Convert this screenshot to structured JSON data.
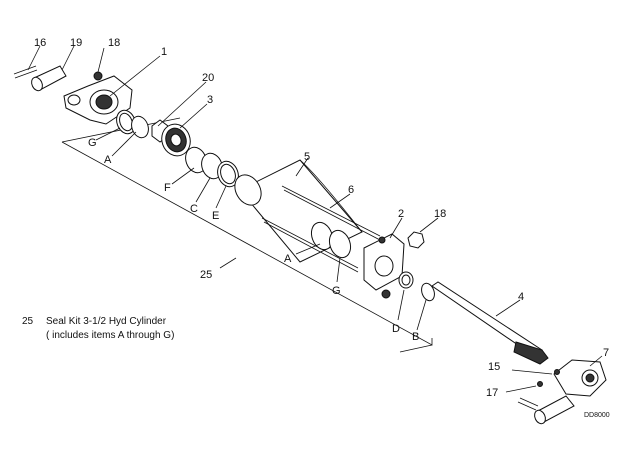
{
  "diagram": {
    "kit_note": {
      "number": "25",
      "line1": "Seal Kit 3-1/2 Hyd Cylinder",
      "line2": "( includes items A through G)"
    },
    "drawing_code": "DD8000",
    "labels": {
      "p16": "16",
      "p19": "19",
      "p18a": "18",
      "p1": "1",
      "p20": "20",
      "p3": "3",
      "pG1": "G",
      "pA1": "A",
      "pF": "F",
      "pC": "C",
      "pE": "E",
      "p5": "5",
      "p6": "6",
      "p2": "2",
      "p18b": "18",
      "p25": "25",
      "pA2": "A",
      "pG2": "G",
      "pD": "D",
      "pB": "B",
      "p4": "4",
      "p7": "7",
      "p15": "15",
      "p17": "17"
    }
  }
}
